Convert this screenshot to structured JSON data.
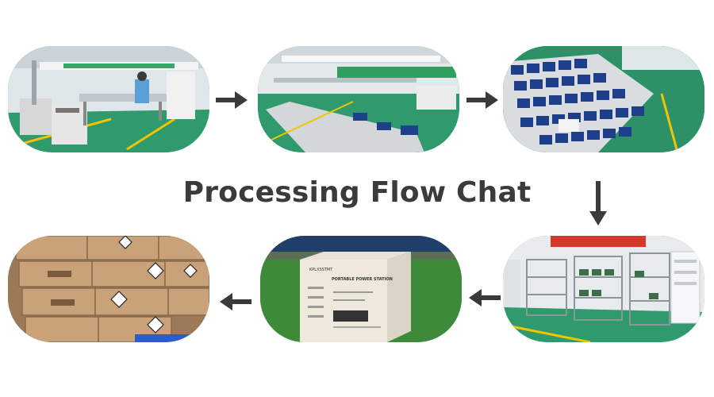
{
  "title": "Processing Flow Chat",
  "colors": {
    "title": "#3b3b3b",
    "arrow": "#3a3a3a",
    "floor_green": "#2f9a6b",
    "battery_blue": "#1e3f8a",
    "carton": "#c9a27a",
    "turf": "#3c8a3a"
  },
  "steps": [
    {
      "id": 1,
      "icon": "assembly-line-photo"
    },
    {
      "id": 2,
      "icon": "production-line-photo"
    },
    {
      "id": 3,
      "icon": "battery-cells-photo"
    },
    {
      "id": 4,
      "icon": "aging-test-racks-photo"
    },
    {
      "id": 5,
      "icon": "packaged-box-photo"
    },
    {
      "id": 6,
      "icon": "stacked-cartons-photo"
    }
  ],
  "photo_labels": {
    "box_brand": "KPLXSSTMT",
    "box_product": "PORTABLE POWER STATION"
  }
}
